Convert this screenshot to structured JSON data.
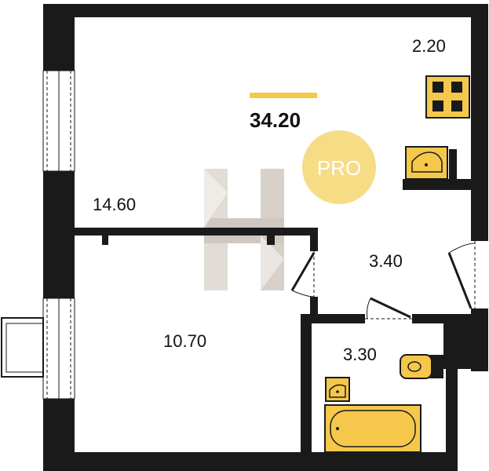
{
  "plan": {
    "total_area": "34.20",
    "badge": "PRO",
    "rooms": [
      {
        "id": "living-room",
        "area": "14.60"
      },
      {
        "id": "kitchen",
        "area": "2.20"
      },
      {
        "id": "hallway",
        "area": "3.40"
      },
      {
        "id": "bedroom",
        "area": "10.70"
      },
      {
        "id": "bathroom",
        "area": "3.30"
      }
    ],
    "fixtures": [
      "stove-icon",
      "kitchen-sink-icon",
      "toilet-icon",
      "bathroom-sink-icon",
      "bathtub-icon"
    ]
  },
  "colors": {
    "wall": "#1a1a1a",
    "fixture_fill": "#f5c84b",
    "accent_bar": "#f5c84b",
    "badge": "#f7dc86",
    "watermark": "#a89c90"
  }
}
